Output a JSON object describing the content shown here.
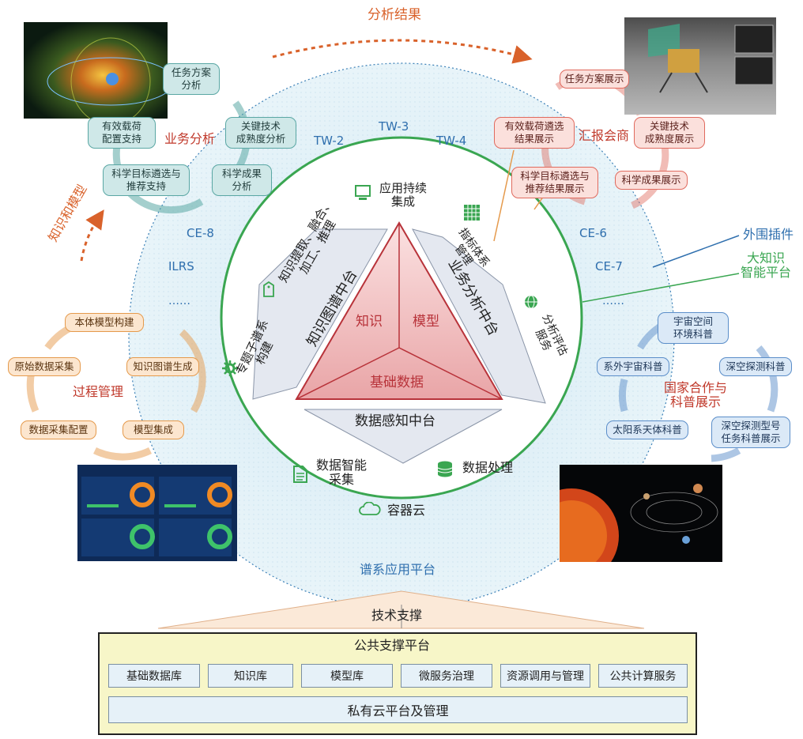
{
  "top_arrow_label": "分析结果",
  "left_arrow_label": "知识和模型",
  "outer_platform_label": "谱系应用平台",
  "missions": [
    "TW-3",
    "TW-2",
    "TW-4",
    "CE-8",
    "CE-6",
    "ILRS",
    "CE-7",
    "……",
    "……"
  ],
  "callouts": {
    "plugin": "外围插件",
    "platform": "大知识\n智能平台"
  },
  "business_analysis": {
    "title": "业务分析",
    "items": [
      "任务方案\n分析",
      "关键技术\n成熟度分析",
      "科学成果\n分析",
      "科学目标遴选与\n推荐支持",
      "有效载荷\n配置支持"
    ]
  },
  "report": {
    "title": "汇报会商",
    "items": [
      "任务方案展示",
      "关键技术\n成熟度展示",
      "科学成果展示",
      "科学目标遴选与\n推荐结果展示",
      "有效载荷遴选\n结果展示"
    ]
  },
  "process": {
    "title": "过程管理",
    "items": [
      "本体模型构建",
      "知识图谱生成",
      "模型集成",
      "数据采集配置",
      "原始数据采集"
    ]
  },
  "outreach": {
    "title": "国家合作与\n科普展示",
    "items": [
      "宇宙空间\n环境科普",
      "深空探测科普",
      "深空探测型号\n任务科普展示",
      "太阳系天体科普",
      "系外宇宙科普"
    ]
  },
  "inner_services": {
    "app_integration": "应用持续\n集成",
    "index_system": "指标体系\n管理",
    "analysis_eval": "分析评估\n服务",
    "data_process": "数据处理",
    "data_collect": "数据智能\n采集",
    "container": "容器云",
    "topic_graph": "专题子谱系\n构建",
    "knowledge_extract": "知识提取、融合、\n加工、推理"
  },
  "middle_platforms": {
    "knowledge_graph": "知识图谱中台",
    "business_analysis": "业务分析中台",
    "data_sensing": "数据感知中台"
  },
  "triangle": {
    "knowledge": "知识",
    "model": "模型",
    "base_data": "基础数据"
  },
  "tech_support": "技术支撑",
  "public_platform": {
    "title": "公共支撑平台",
    "modules": [
      "基础数据库",
      "知识库",
      "模型库",
      "微服务治理",
      "资源调用与管理",
      "公共计算服务"
    ],
    "private_cloud": "私有云平台及管理"
  },
  "colors": {
    "blue_text": "#2f6fae",
    "red_text": "#c0392b",
    "green": "#3aa651",
    "arrow_orange": "#d9622b"
  }
}
